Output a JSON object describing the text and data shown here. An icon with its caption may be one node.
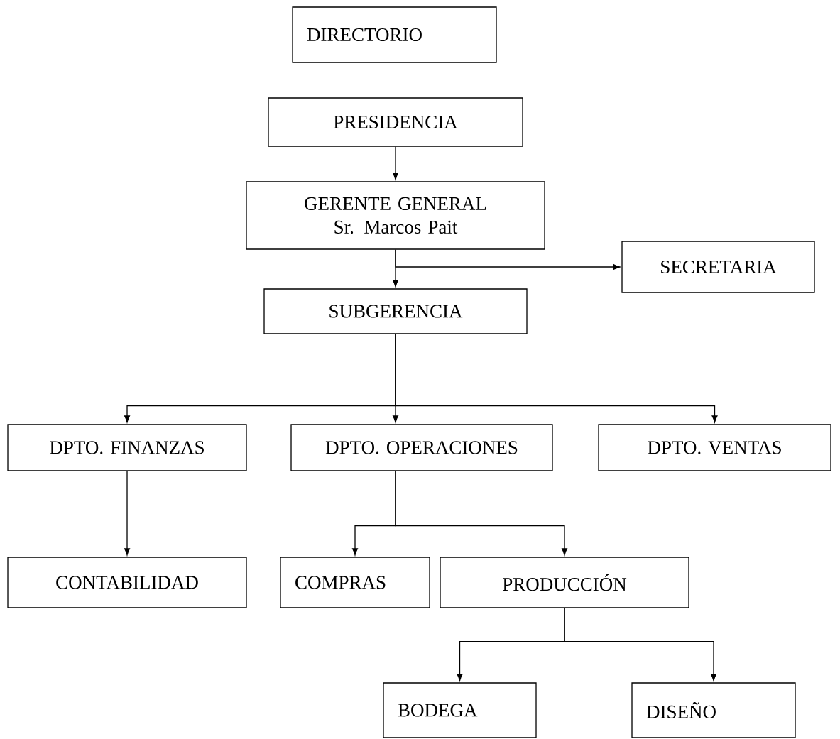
{
  "diagram": {
    "nodes": [
      {
        "text": [
          "DIRECTORIO"
        ]
      },
      {
        "text": [
          "PRESIDENCIA"
        ]
      },
      {
        "text": [
          "GERENTE GENERAL",
          "Sr. Marcos Pait"
        ]
      },
      {
        "text": [
          "SECRETARIA"
        ]
      },
      {
        "text": [
          "SUBGERENCIA"
        ]
      },
      {
        "text": [
          "DPTO. FINANZAS"
        ]
      },
      {
        "text": [
          "DPTO. OPERACIONES"
        ]
      },
      {
        "text": [
          "DPTO. VENTAS"
        ]
      },
      {
        "text": [
          "CONTABILIDAD"
        ]
      },
      {
        "text": [
          "COMPRAS"
        ]
      },
      {
        "text": [
          "PRODUCCIÓN"
        ]
      },
      {
        "text": [
          "BODEGA"
        ]
      },
      {
        "text": [
          "DISEÑO"
        ]
      }
    ],
    "edges": [
      {
        "from": 1,
        "to": 2,
        "arrow": "to"
      },
      {
        "from": 2,
        "to": 4,
        "arrow": "to"
      },
      {
        "from": 2,
        "to": 3,
        "arrow": "to"
      },
      {
        "from": 4,
        "to": 5,
        "arrow": "to"
      },
      {
        "from": 4,
        "to": 6,
        "arrow": "to"
      },
      {
        "from": 4,
        "to": 7,
        "arrow": "to"
      },
      {
        "from": 5,
        "to": 8,
        "arrow": "to"
      },
      {
        "from": 6,
        "to": 9,
        "arrow": "to"
      },
      {
        "from": 6,
        "to": 10,
        "arrow": "to"
      },
      {
        "from": 10,
        "to": 11,
        "arrow": "to"
      },
      {
        "from": 10,
        "to": 12,
        "arrow": "to"
      }
    ]
  }
}
